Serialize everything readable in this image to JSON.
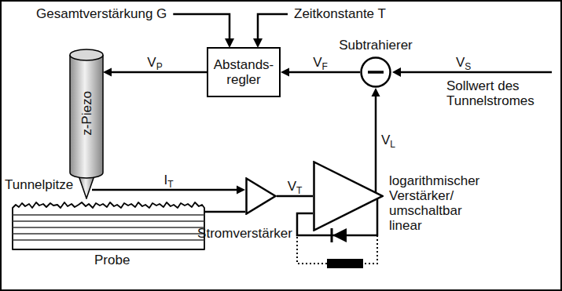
{
  "diagram": {
    "nodes": [
      {
        "text": [
          "Abstands- regler"
        ]
      },
      {
        "text": [
          "Subtrahierer"
        ]
      },
      {
        "text": [
          "z-Piezo"
        ]
      },
      {
        "text": [
          "Stromverstärker"
        ]
      },
      {
        "text": [
          "logarithmischer Verstärker/ umschaltbar linear"
        ]
      }
    ],
    "edges": [
      {
        "from": 1,
        "to": 0,
        "arrow": "to",
        "label": "VF"
      },
      {
        "from": 0,
        "to": 2,
        "arrow": "to",
        "label": "VP"
      },
      {
        "from": 2,
        "to": 3,
        "arrow": "to",
        "label": "IT"
      },
      {
        "from": 3,
        "to": 4,
        "arrow": "none",
        "label": "VT"
      },
      {
        "from": 4,
        "to": 1,
        "arrow": "to",
        "label": "VL"
      }
    ],
    "labels": [
      "Gesamtverstärkung G",
      "Zeitkonstante T",
      "VS",
      "Sollwert des Tunnelstromes",
      "Tunnelpitze",
      "Probe"
    ]
  }
}
